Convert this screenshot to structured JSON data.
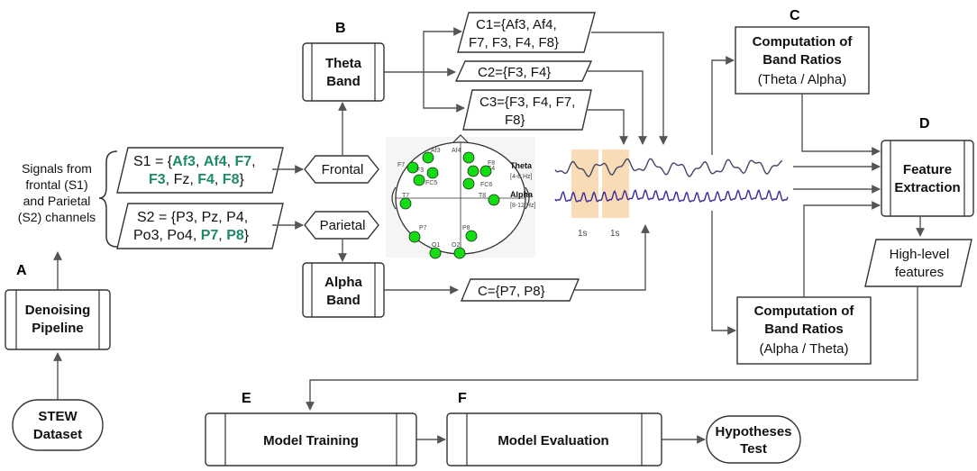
{
  "letters": {
    "a": "A",
    "b": "B",
    "c": "C",
    "d": "D",
    "e": "E",
    "f": "F"
  },
  "signals_label": [
    "Signals from",
    "frontal (S1)",
    "and Parietal",
    "(S2) channels"
  ],
  "s1": {
    "line1_prefix": "S1 = {",
    "af3": "Af3",
    "sep1": ", ",
    "af4": "Af4",
    "sep2": ", ",
    "f7": "F7",
    "sep3": ",",
    "f3": "F3",
    "mid": ", Fz, ",
    "f4": "F4",
    "sep4": ", ",
    "f8": "F8",
    "close": "}"
  },
  "s2": {
    "line1": "S2 = {P3, Pz, P4,",
    "line2_prefix": "Po3, Po4, ",
    "p7": "P7",
    "sep": ", ",
    "p8": "P8",
    "close": "}"
  },
  "frontal_label": "Frontal",
  "parietal_label": "Parietal",
  "theta_band": [
    "Theta",
    "Band"
  ],
  "alpha_band": [
    "Alpha",
    "Band"
  ],
  "denoising": [
    "Denoising",
    "Pipeline"
  ],
  "stew": [
    "STEW",
    "Dataset"
  ],
  "c1": [
    "C1={Af3, Af4,",
    "F7, F3, F4, F8}"
  ],
  "c2": "C2={F3, F4}",
  "c3": [
    "C3={F3, F4, F7,",
    "F8}"
  ],
  "c_alpha": "C={P7, P8}",
  "band_ratio_top": [
    "Computation of",
    "Band Ratios",
    "(Theta / Alpha)"
  ],
  "band_ratio_bottom": [
    "Computation of",
    "Band Ratios",
    "(Alpha / Theta)"
  ],
  "feature_extraction": [
    "Feature",
    "Extraction"
  ],
  "high_level": [
    "High-level",
    "features"
  ],
  "model_training": "Model Training",
  "model_evaluation": "Model Evaluation",
  "hypotheses": [
    "Hypotheses",
    "Test"
  ],
  "wave": {
    "theta_title": "Theta",
    "theta_hz": "[4-8 Hz]",
    "alpha_title": "Alpha",
    "alpha_hz": "[8-12 Hz]",
    "window1": "1s",
    "window2": "1s"
  },
  "electrodes": [
    "Af3",
    "Af4",
    "F7",
    "F3",
    "F4",
    "F8",
    "FC5",
    "FC6",
    "T7",
    "T8",
    "P7",
    "P8",
    "O1",
    "O2"
  ],
  "colors": {
    "green_text": "#1e8a6a",
    "electrode": "#11dd11",
    "theta_wave": "#444466",
    "alpha_wave": "#3a2a9a",
    "window": "#f8d6a8"
  }
}
